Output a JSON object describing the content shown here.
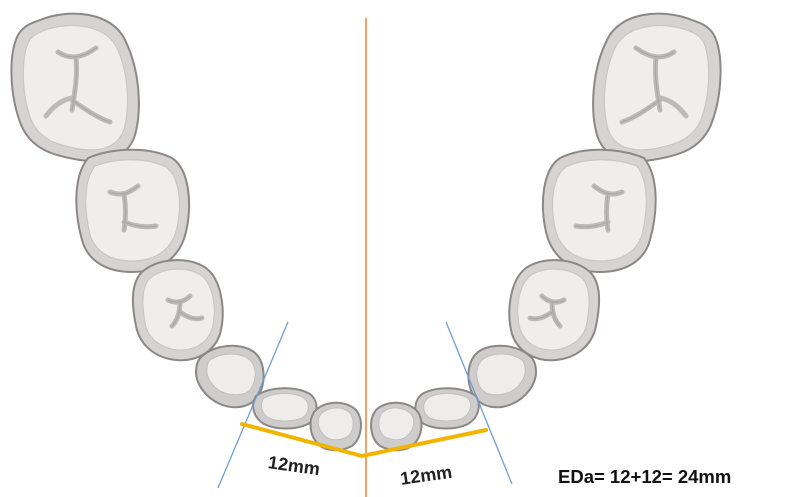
{
  "labels": {
    "left_measurement": "12mm",
    "right_measurement": "12mm",
    "result": "EDa= 12+12= 24mm"
  },
  "colors": {
    "midline": "#f08a3c",
    "tangent_lines": "#6d9ed8",
    "arch_line": "#f2b400",
    "tooth_outline": "#8b8887",
    "tooth_fill": "#efeeed"
  }
}
